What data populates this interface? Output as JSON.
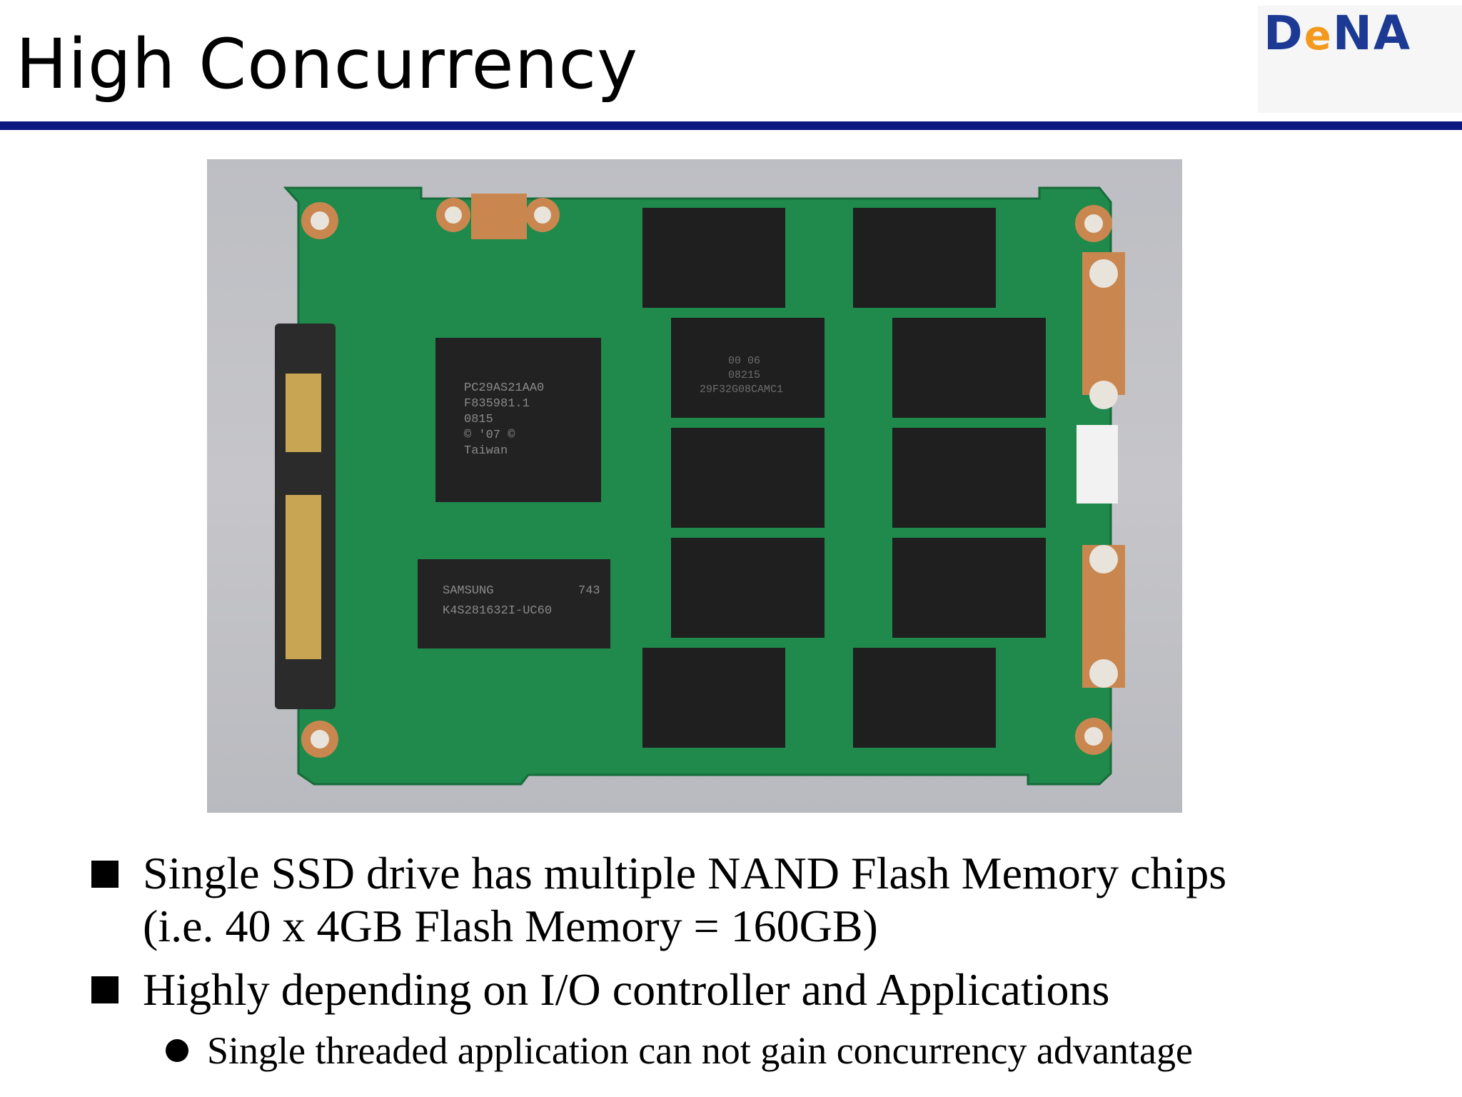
{
  "slide": {
    "title": "High Concurrency"
  },
  "logo": {
    "name": "DeNA",
    "brand_colors": [
      "#1c3a93",
      "#f39a1e"
    ]
  },
  "photo": {
    "chips": {
      "controller": [
        "PC29AS21AA0",
        "F835981.1",
        "0815",
        "© '07 ©",
        "Taiwan"
      ],
      "dram": [
        "SAMSUNG",
        "743",
        "K4S281632I-UC60"
      ],
      "nand_marking": [
        "00 06",
        "08215",
        "29F32G08CAMC1"
      ]
    }
  },
  "bullets": [
    {
      "line1": "Single SSD drive has multiple NAND Flash Memory chips",
      "line2": "(i.e. 40 x 4GB Flash Memory = 160GB)"
    },
    {
      "line1": "Highly depending on I/O controller and Applications",
      "sub": "Single threaded application can not gain concurrency advantage"
    }
  ],
  "colors": {
    "rule": "#0b1880",
    "pcb": "#1f8a4c"
  }
}
